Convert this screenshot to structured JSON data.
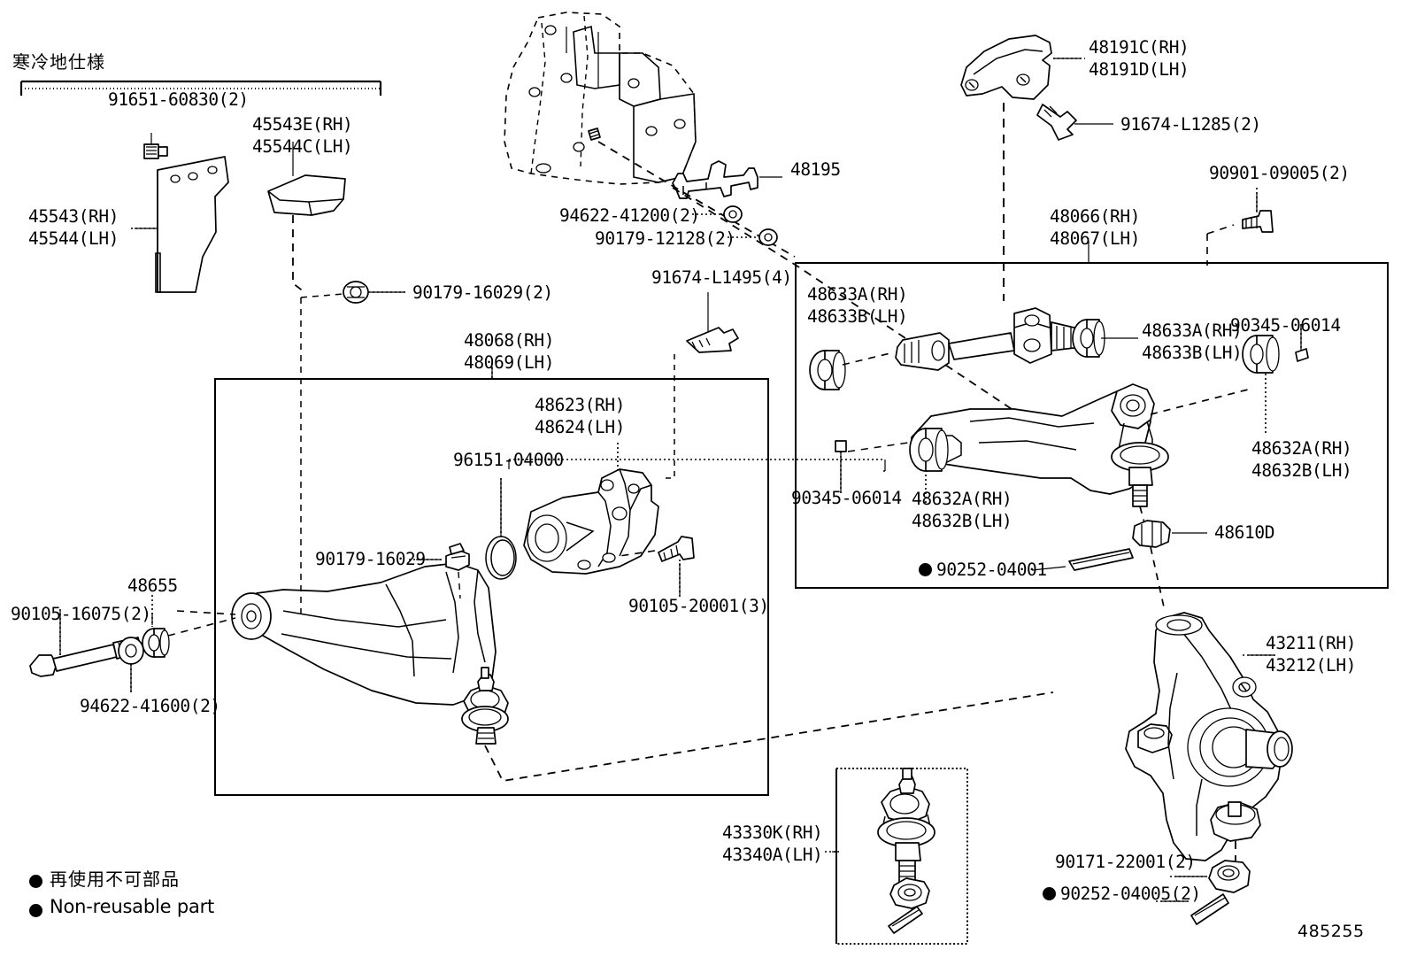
{
  "diagram": {
    "number": "485255",
    "section_note_jp": "寒冷地仕様"
  },
  "legend": {
    "jp": "再使用不可部品",
    "en": "Non-reusable part"
  },
  "labels": {
    "cold_area_bolt": "91651-60830(2)",
    "shield_e": "45543E(RH)",
    "shield_c": "45544C(LH)",
    "shield_rh": "45543(RH)",
    "shield_lh": "45544(LH)",
    "bracket_48195": "48195",
    "nut_94622_41200": "94622-41200(2)",
    "nut_90179_12128": "90179-12128(2)",
    "bolt_91674_l1495": "91674-L1495(4)",
    "arm_48191c": "48191C(RH)",
    "arm_48191d": "48191D(LH)",
    "bolt_91674_l1285": "91674-L1285(2)",
    "bolt_90901_09005": "90901-09005(2)",
    "upper_arm_rh": "48066(RH)",
    "upper_arm_lh": "48067(LH)",
    "bush_48633a_left": "48633A(RH)",
    "bush_48633b_left": "48633B(LH)",
    "bush_48633a_right": "48633A(RH)",
    "bush_48633b_right": "48633B(LH)",
    "screw_90345_right": "90345-06014",
    "bush_48632a_right": "48632A(RH)",
    "bush_48632b_right": "48632B(LH)",
    "screw_90345_left": "90345-06014",
    "bush_48632a_left": "48632A(RH)",
    "bush_48632b_left": "48632B(LH)",
    "cotter_90252_04001": "90252-04001",
    "nut_48610d": "48610D",
    "lower_arm_rh": "48068(RH)",
    "lower_arm_lh": "48069(LH)",
    "bush_48623_rh": "48623(RH)",
    "bush_48624_lh": "48624(LH)",
    "oring_96151_04000": "96151-04000",
    "nut_90179_16029_top": "90179-16029(2)",
    "nut_90179_16029_mid": "90179-16029",
    "bolt_90105_20001": "90105-20001(3)",
    "bolt_90105_16075": "90105-16075(2)",
    "bush_48655": "48655",
    "washer_94622_41600": "94622-41600(2)",
    "ball_joint_43330k": "43330K(RH)",
    "ball_joint_43340a": "43340A(LH)",
    "knuckle_rh": "43211(RH)",
    "knuckle_lh": "43212(LH)",
    "nut_90171_22001": "90171-22001(2)",
    "cotter_90252_04005": "90252-04005(2)"
  },
  "colors": {
    "ink": "#000000",
    "paper": "#ffffff"
  }
}
